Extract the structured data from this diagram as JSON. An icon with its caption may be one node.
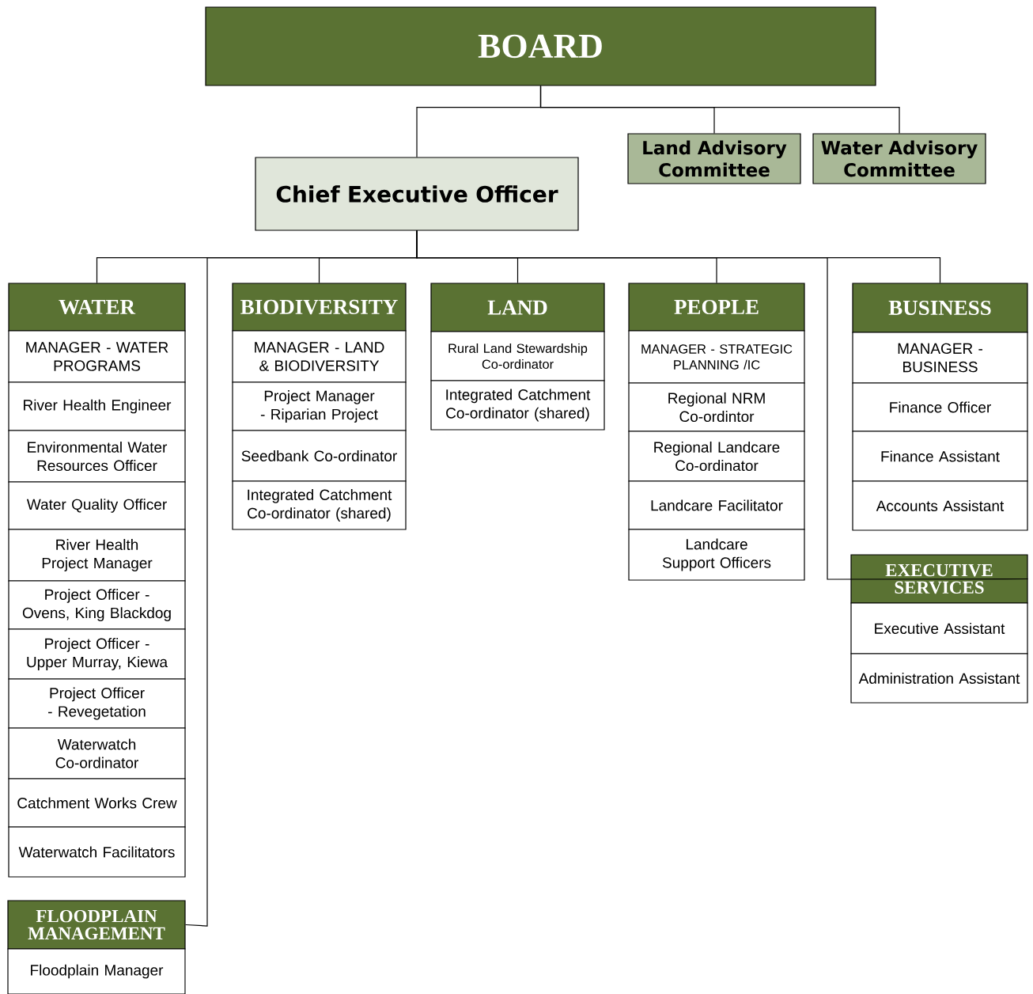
{
  "diagram": {
    "nodes": [
      {
        "text": [
          "BOARD"
        ]
      },
      {
        "text": [
          "Chief Executive Officer"
        ]
      },
      {
        "text": [
          "Land Advisory Committee"
        ]
      },
      {
        "text": [
          "Water Advisory Committee"
        ]
      },
      {
        "text": [
          "WATER"
        ]
      },
      {
        "text": [
          "MANAGER - WATER PROGRAMS"
        ]
      },
      {
        "text": [
          "River Health Engineer"
        ]
      },
      {
        "text": [
          "Environmental Water Resources Officer"
        ]
      },
      {
        "text": [
          "Water Quality Officer"
        ]
      },
      {
        "text": [
          "River Health Project Manager"
        ]
      },
      {
        "text": [
          "Project Officer - Ovens, King Blackdog"
        ]
      },
      {
        "text": [
          "Project Officer - Upper Murray, Kiewa"
        ]
      },
      {
        "text": [
          "Project Officer - Revegetation"
        ]
      },
      {
        "text": [
          "Waterwatch Co-ordinator"
        ]
      },
      {
        "text": [
          "Catchment Works Crew"
        ]
      },
      {
        "text": [
          "Waterwatch Facilitators"
        ]
      },
      {
        "text": [
          "BIODIVERSITY"
        ]
      },
      {
        "text": [
          "MANAGER - LAND & BIODIVERSITY"
        ]
      },
      {
        "text": [
          "Project Manager - Riparian Project"
        ]
      },
      {
        "text": [
          "Seedbank Co-ordinator"
        ]
      },
      {
        "text": [
          "Integrated Catchment Co-ordinator (shared)"
        ]
      },
      {
        "text": [
          "LAND"
        ]
      },
      {
        "text": [
          "Rural Land Stewardship Co-ordinator"
        ]
      },
      {
        "text": [
          "Integrated Catchment Co-ordinator (shared)"
        ]
      },
      {
        "text": [
          "PEOPLE"
        ]
      },
      {
        "text": [
          "MANAGER - STRATEGIC PLANNING /IC"
        ]
      },
      {
        "text": [
          "Regional NRM Co-ordintor"
        ]
      },
      {
        "text": [
          "Regional Landcare Co-ordinator"
        ]
      },
      {
        "text": [
          "Landcare Facilitator"
        ]
      },
      {
        "text": [
          "Landcare Support Officers"
        ]
      },
      {
        "text": [
          "BUSINESS"
        ]
      },
      {
        "text": [
          "MANAGER - BUSINESS"
        ]
      },
      {
        "text": [
          "Finance Officer"
        ]
      },
      {
        "text": [
          "Finance Assistant"
        ]
      },
      {
        "text": [
          "Accounts Assistant"
        ]
      },
      {
        "text": [
          "EXECUTIVE SERVICES"
        ]
      },
      {
        "text": [
          "Executive Assistant"
        ]
      },
      {
        "text": [
          "Administration Assistant"
        ]
      },
      {
        "text": [
          "FLOODPLAIN MANAGEMENT"
        ]
      },
      {
        "text": [
          "Floodplain Manager"
        ]
      }
    ],
    "edges": [
      {
        "from": 0,
        "to": 1,
        "arrow": "none"
      },
      {
        "from": 0,
        "to": 2,
        "arrow": "none"
      },
      {
        "from": 0,
        "to": 3,
        "arrow": "none"
      },
      {
        "from": 1,
        "to": 4,
        "arrow": "none"
      },
      {
        "from": 1,
        "to": 16,
        "arrow": "none"
      },
      {
        "from": 1,
        "to": 21,
        "arrow": "none"
      },
      {
        "from": 1,
        "to": 24,
        "arrow": "none"
      },
      {
        "from": 1,
        "to": 30,
        "arrow": "none"
      },
      {
        "from": 1,
        "to": 35,
        "arrow": "none"
      },
      {
        "from": 1,
        "to": 38,
        "arrow": "none"
      }
    ]
  }
}
